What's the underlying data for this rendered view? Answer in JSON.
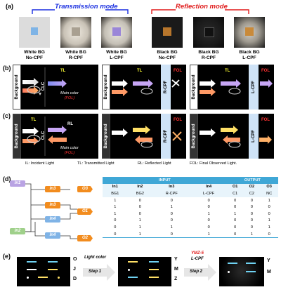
{
  "figure": {
    "panel_labels": {
      "a": "(a)",
      "b": "(b)",
      "c": "(c)",
      "d": "(d)",
      "e": "(e)"
    },
    "a": {
      "transmission_label": "Transmission mode",
      "reflection_label": "Reflection mode",
      "photos": [
        {
          "line1": "White BG",
          "line2": "No-CPF"
        },
        {
          "line1": "White BG",
          "line2": "R-CPF"
        },
        {
          "line1": "White BG",
          "line2": "L-CPF"
        },
        {
          "line1": "Black BG",
          "line2": "No-CPF"
        },
        {
          "line1": "Black BG",
          "line2": "R-CPF"
        },
        {
          "line1": "Black BG",
          "line2": "L-CPF"
        }
      ]
    },
    "b": {
      "tl": "TL",
      "main_color_1": "Main color",
      "main_color_2": "(FOL)",
      "clc": "CLC",
      "background": "Background",
      "rcpf": "R-CPF",
      "lcpf": "L-CPF",
      "fol": "FOL"
    },
    "c": {
      "tl": "TL",
      "rl": "RL",
      "main_color_1": "Main color",
      "main_color_2": "(FOL)",
      "clc": "CLC",
      "background": "Background",
      "rcpf": "R-CPF",
      "lcpf": "L-CPF",
      "fol": "FOL"
    },
    "legend": [
      "IL: Incident Light",
      "TL: Transmitted Light",
      "RL: Reflected Light",
      "FOL: Final Observed Light."
    ],
    "d": {
      "gates": {
        "in1": "In1",
        "in2": "In2",
        "in3a": "In3",
        "in3b": "In3",
        "in4a": "In4",
        "in4b": "In4",
        "o1": "O1",
        "o2": "O2",
        "o3": "O3"
      },
      "input_header": "INPUT",
      "output_header": "OUTPUT",
      "columns": [
        "In1",
        "In2",
        "In3",
        "In4",
        "O1",
        "O2",
        "O3"
      ],
      "subcolumns": [
        "BG1",
        "BG2",
        "R-CPF",
        "L-CPF",
        "C1",
        "C2",
        "NC"
      ],
      "rows": [
        [
          "1",
          "0",
          "0",
          "0",
          "0",
          "0",
          "1"
        ],
        [
          "1",
          "0",
          "1",
          "0",
          "0",
          "0",
          "0"
        ],
        [
          "1",
          "0",
          "0",
          "1",
          "1",
          "0",
          "0"
        ],
        [
          "0",
          "1",
          "0",
          "0",
          "0",
          "0",
          "1"
        ],
        [
          "0",
          "1",
          "1",
          "0",
          "0",
          "0",
          "1"
        ],
        [
          "0",
          "1",
          "0",
          "1",
          "0",
          "1",
          "0"
        ]
      ]
    },
    "e": {
      "left_letters": [
        "O",
        "J",
        "D"
      ],
      "mid_letters": [
        "Y",
        "M",
        "Z"
      ],
      "right_letters": [
        "Y",
        "M"
      ],
      "arrow1_top": "Light color",
      "arrow1_bottom": "Step 1",
      "arrow2_top_red": "YMZ-5",
      "arrow2_top": "L-CPF",
      "arrow2_bottom": "Step 2"
    },
    "colors": {
      "transmission_bracket": "#1a2fe0",
      "reflection_bracket": "#e01a1a",
      "table_header": "#3fa7d6",
      "orange_gate": "#f28c1e",
      "blue_gate": "#7fb3e6",
      "purple_gate": "#b9a3e3",
      "green_gate": "#9fd08a"
    }
  }
}
